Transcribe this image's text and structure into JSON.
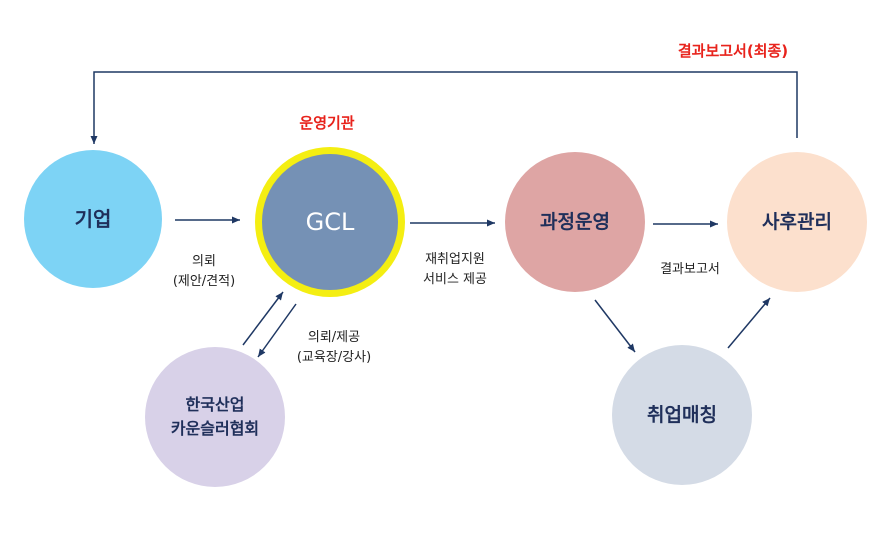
{
  "nodes": {
    "company": "기업",
    "gcl": "GCL",
    "course": "과정운영",
    "aftercare": "사후관리",
    "kca": "한국산업\n카운슬러협회",
    "matching": "취업매칭"
  },
  "labels": {
    "operator": "운영기관",
    "final_report": "결과보고서(최종)",
    "request_quote": "의뢰\n(제안/견적)",
    "request_provide": "의뢰/제공\n(교육장/강사)",
    "reemployment_service": "재취업지원\n서비스 제공",
    "report": "결과보고서"
  },
  "colors": {
    "company": "#7dd3f5",
    "gcl": "#7591b5",
    "gcl_ring": "#f4ee12",
    "course": "#dea5a4",
    "aftercare": "#fce0cd",
    "kca": "#d8d1e8",
    "matching": "#d4dbe6",
    "arrow": "#1f3864",
    "accent_red": "#e8231c"
  }
}
